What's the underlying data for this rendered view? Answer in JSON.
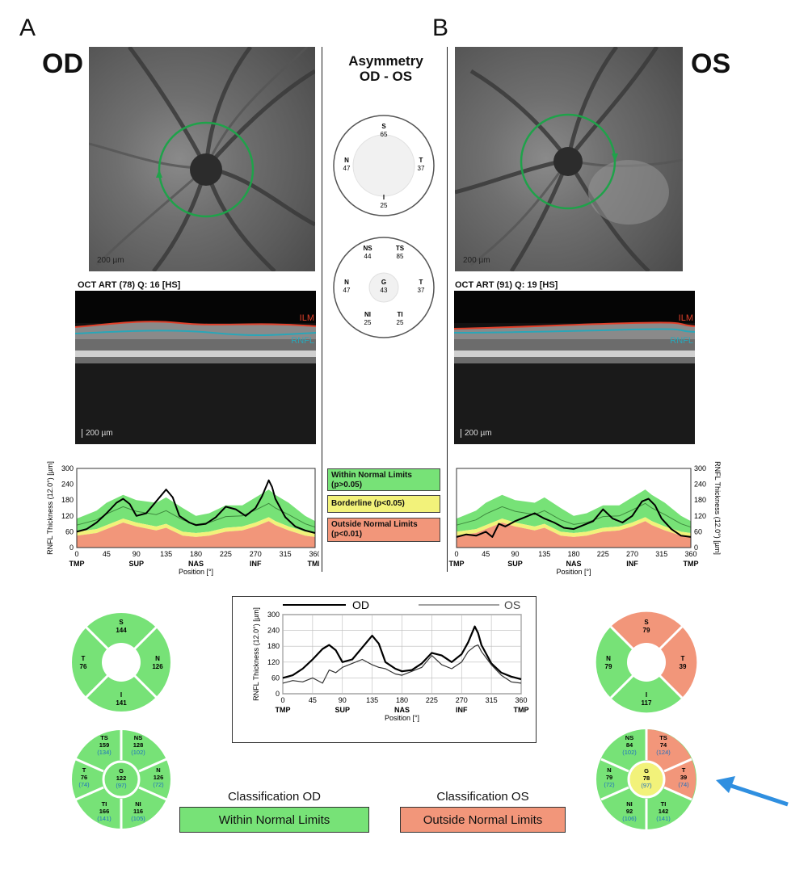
{
  "colors": {
    "green": "#77e277",
    "yellow": "#f2f27a",
    "red": "#f2967a",
    "circle_green": "#1fa24a",
    "ilm": "#e0402a",
    "rnfl": "#2aa6b8",
    "arrow": "#2f8fe0"
  },
  "panels": {
    "a": "A",
    "b": "B"
  },
  "od": {
    "label": "OD",
    "scale": "200 µm",
    "oct": "OCT ART (78) Q: 16 [HS]",
    "bscale": "200 µm",
    "ilm": "ILM",
    "rnfl": "RNFL"
  },
  "os": {
    "label": "OS",
    "scale": "200 µm",
    "oct": "OCT ART (91) Q: 19 [HS]",
    "bscale": "200 µm",
    "ilm": "ILM",
    "rnfl": "RNFL"
  },
  "asymmetry": {
    "title1": "Asymmetry",
    "title2": "OD - OS",
    "quad": [
      {
        "k": "S",
        "v": "65"
      },
      {
        "k": "N",
        "v": "47"
      },
      {
        "k": "T",
        "v": "37"
      },
      {
        "k": "I",
        "v": "25"
      }
    ],
    "sect": [
      {
        "k": "NS",
        "v": "44"
      },
      {
        "k": "TS",
        "v": "85"
      },
      {
        "k": "N",
        "v": "47"
      },
      {
        "k": "G",
        "v": "43"
      },
      {
        "k": "T",
        "v": "37"
      },
      {
        "k": "NI",
        "v": "25"
      },
      {
        "k": "TI",
        "v": "25"
      }
    ]
  },
  "legend": {
    "wnl": "Within Normal Limits\n(p>0.05)",
    "bl": "Borderline (p<0.05)",
    "onl": "Outside Normal Limits\n(p<0.01)"
  },
  "axis": {
    "ylabel": "RNFL Thickness (12.0°) [µm]",
    "xlabel": "Position [°]",
    "yticks": [
      "0",
      "60",
      "120",
      "180",
      "240",
      "300"
    ],
    "xticks": [
      "0",
      "45",
      "90",
      "135",
      "180",
      "225",
      "270",
      "315",
      "360"
    ],
    "regions": [
      "TMP",
      "SUP",
      "NAS",
      "INF",
      "TMP"
    ]
  },
  "combined": {
    "od": "OD",
    "os": "OS"
  },
  "od_sectors": {
    "quad": [
      {
        "k": "S",
        "v": "144"
      },
      {
        "k": "T",
        "v": "76"
      },
      {
        "k": "N",
        "v": "126"
      },
      {
        "k": "I",
        "v": "141"
      }
    ],
    "sect": [
      {
        "k": "TS",
        "v": "159",
        "n": "(134)"
      },
      {
        "k": "NS",
        "v": "128",
        "n": "(102)"
      },
      {
        "k": "T",
        "v": "76",
        "n": "(74)"
      },
      {
        "k": "G",
        "v": "122",
        "n": "(97)"
      },
      {
        "k": "N",
        "v": "126",
        "n": "(72)"
      },
      {
        "k": "TI",
        "v": "166",
        "n": "(141)"
      },
      {
        "k": "NI",
        "v": "116",
        "n": "(105)"
      }
    ]
  },
  "os_sectors": {
    "quad": [
      {
        "k": "S",
        "v": "79"
      },
      {
        "k": "N",
        "v": "79"
      },
      {
        "k": "T",
        "v": "39"
      },
      {
        "k": "I",
        "v": "117"
      }
    ],
    "sect": [
      {
        "k": "NS",
        "v": "84",
        "n": "(102)"
      },
      {
        "k": "TS",
        "v": "74",
        "n": "(124)"
      },
      {
        "k": "N",
        "v": "79",
        "n": "(72)"
      },
      {
        "k": "G",
        "v": "78",
        "n": "(97)"
      },
      {
        "k": "T",
        "v": "39",
        "n": "(74)"
      },
      {
        "k": "NI",
        "v": "92",
        "n": "(106)"
      },
      {
        "k": "TI",
        "v": "142",
        "n": "(141)"
      }
    ]
  },
  "classification": {
    "od_title": "Classification OD",
    "od_value": "Within Normal Limits",
    "os_title": "Classification OS",
    "os_value": "Outside Normal Limits"
  },
  "chart_data": [
    {
      "type": "line",
      "title": "OD",
      "ylabel": "RNFL Thickness (12.0°) [µm]",
      "xlabel": "Position [°]",
      "xlim": [
        0,
        360
      ],
      "ylim": [
        0,
        300
      ],
      "x": [
        0,
        15,
        30,
        45,
        60,
        70,
        80,
        90,
        105,
        120,
        135,
        145,
        155,
        170,
        180,
        195,
        210,
        225,
        240,
        255,
        270,
        280,
        290,
        295,
        300,
        315,
        330,
        345,
        360
      ],
      "series": [
        {
          "values": [
            60,
            70,
            95,
            130,
            170,
            185,
            165,
            120,
            130,
            175,
            220,
            190,
            120,
            95,
            85,
            90,
            115,
            155,
            145,
            120,
            150,
            195,
            255,
            230,
            185,
            115,
            80,
            65,
            55
          ]
        }
      ]
    },
    {
      "type": "line",
      "title": "OS",
      "ylabel": "RNFL Thickness (12.0°) [µm]",
      "xlabel": "Position [°]",
      "xlim": [
        0,
        360
      ],
      "ylim": [
        0,
        300
      ],
      "x": [
        0,
        15,
        30,
        45,
        55,
        65,
        75,
        90,
        105,
        120,
        135,
        150,
        165,
        180,
        195,
        210,
        225,
        240,
        255,
        270,
        285,
        295,
        305,
        315,
        330,
        345,
        360
      ],
      "series": [
        {
          "values": [
            40,
            50,
            45,
            60,
            40,
            90,
            80,
            100,
            115,
            130,
            110,
            95,
            75,
            70,
            85,
            100,
            145,
            110,
            95,
            120,
            175,
            185,
            160,
            110,
            70,
            45,
            40
          ]
        }
      ]
    },
    {
      "type": "line",
      "ylabel": "RNFL Thickness (12.0°) [µm]",
      "xlabel": "Position [°]",
      "xlim": [
        0,
        360
      ],
      "ylim": [
        0,
        300
      ],
      "legend": "top",
      "x": [
        0,
        15,
        30,
        45,
        60,
        70,
        80,
        90,
        105,
        120,
        135,
        145,
        155,
        170,
        180,
        195,
        210,
        225,
        240,
        255,
        270,
        280,
        290,
        295,
        300,
        315,
        330,
        345,
        360
      ],
      "series": [
        {
          "name": "OD",
          "values": [
            60,
            70,
            95,
            130,
            170,
            185,
            165,
            120,
            130,
            175,
            220,
            190,
            120,
            95,
            85,
            90,
            115,
            155,
            145,
            120,
            150,
            195,
            255,
            230,
            185,
            115,
            80,
            65,
            55
          ]
        },
        {
          "name": "OS",
          "values": [
            40,
            50,
            45,
            60,
            40,
            90,
            80,
            100,
            115,
            130,
            110,
            100,
            95,
            75,
            70,
            85,
            100,
            145,
            110,
            95,
            120,
            160,
            180,
            185,
            160,
            110,
            70,
            45,
            40
          ]
        }
      ]
    }
  ]
}
